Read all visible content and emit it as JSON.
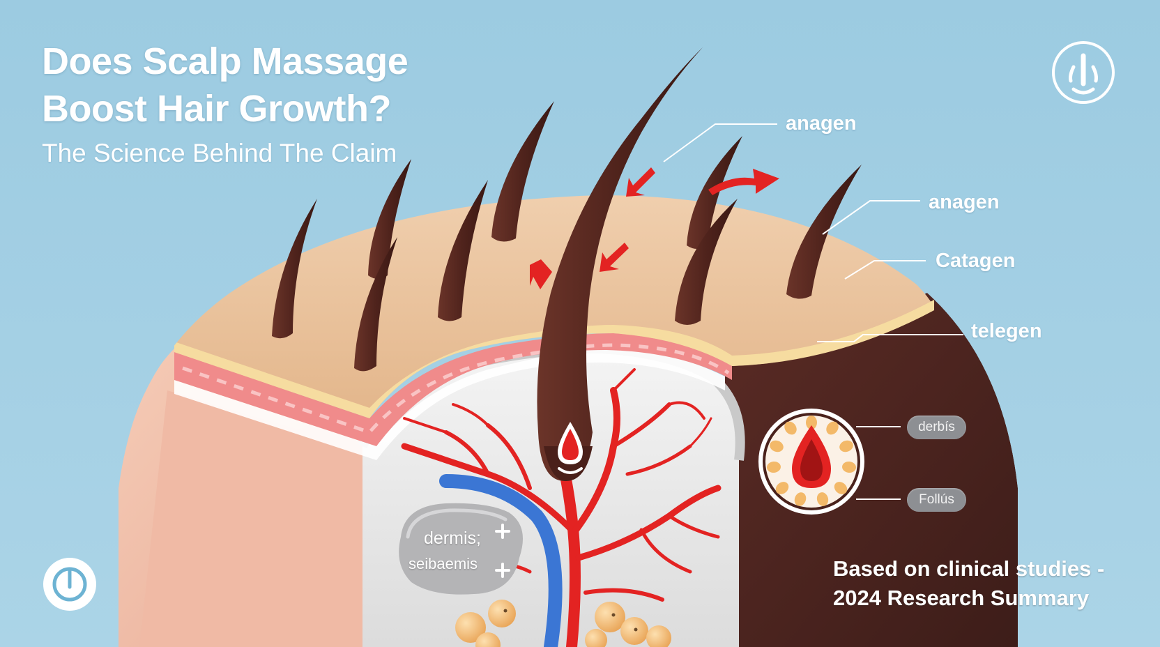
{
  "title": {
    "line1": "Does Scalp Massage",
    "line2": "Boost Hair Growth?"
  },
  "subtitle": "The Science Behind The Claim",
  "stage_labels": {
    "anagen_top": "anagen",
    "anagen_mid": "anagen",
    "catagen": "Catagen",
    "telegen": "telegen"
  },
  "inset_pills": {
    "top": "derbís",
    "bottom": "Follús"
  },
  "blob": {
    "line1": "dermis;",
    "line2": "seibaemis"
  },
  "source": {
    "line1": "Based on clinical studies -",
    "line2": "2024 Research Summary"
  },
  "icons": {
    "top_right": "touch-finger-icon",
    "bottom_left": "power-icon",
    "blob_plus": "plus-icon"
  },
  "colors": {
    "background": "#a3cfe3",
    "skin_top": "#e7b98f",
    "skin_side": "#f3c3ac",
    "hair": "#5a2a22",
    "blood": "#e32322",
    "vein": "#3b76d4",
    "dark_side": "#4b2520",
    "fat": "#f3b969"
  }
}
